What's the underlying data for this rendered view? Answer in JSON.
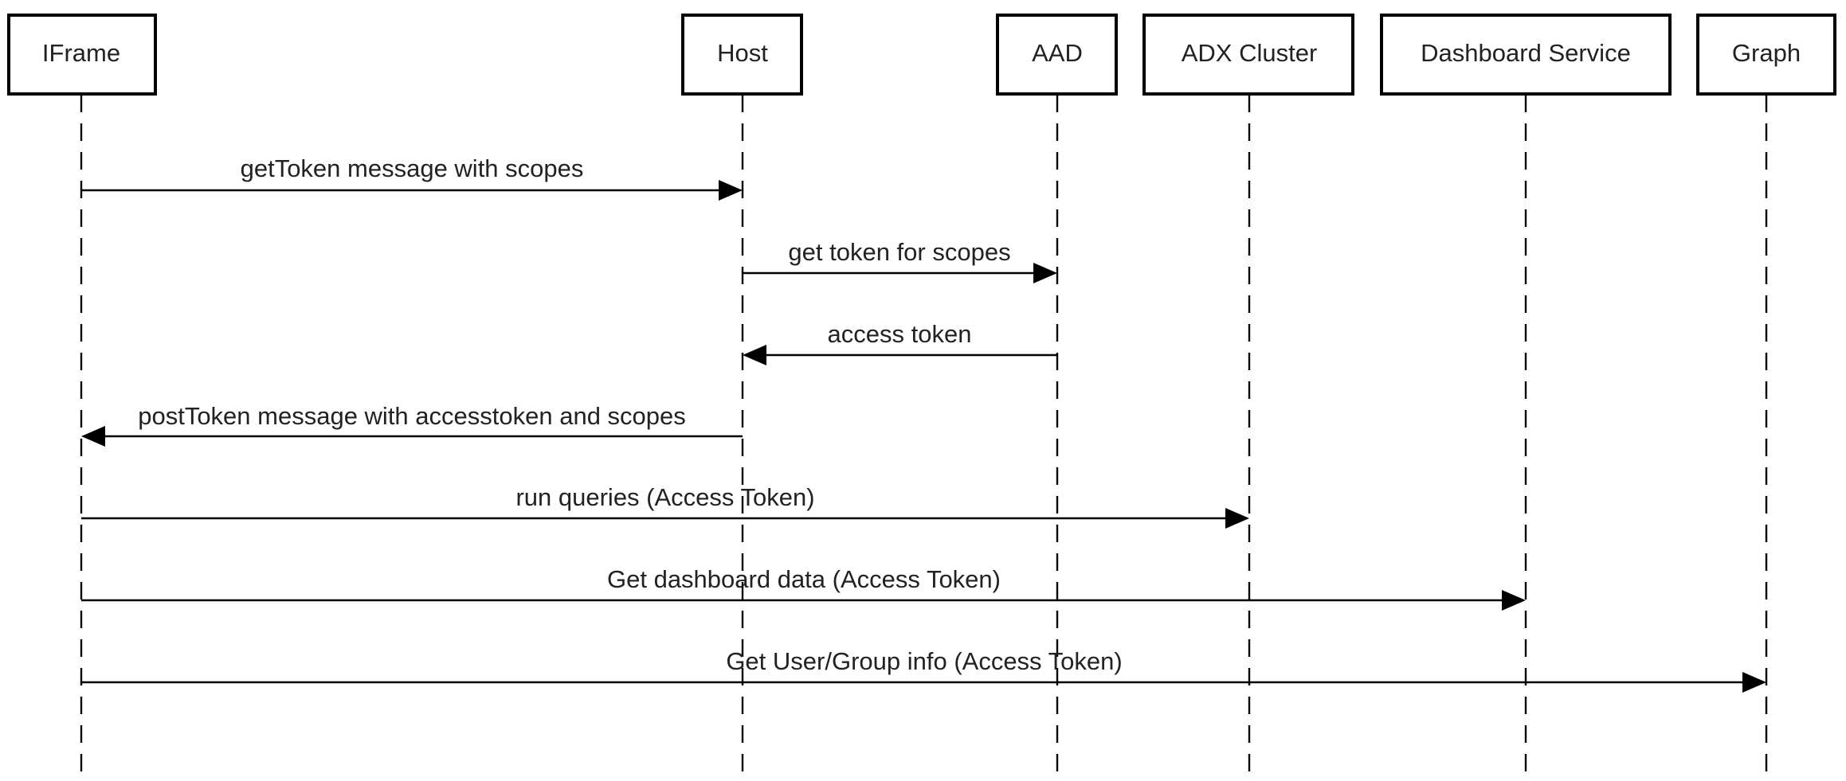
{
  "diagram": {
    "type": "sequence",
    "participants": [
      {
        "id": "iframe",
        "label": "IFrame"
      },
      {
        "id": "host",
        "label": "Host"
      },
      {
        "id": "aad",
        "label": "AAD"
      },
      {
        "id": "adx",
        "label": "ADX Cluster"
      },
      {
        "id": "dashboard",
        "label": "Dashboard Service"
      },
      {
        "id": "graph",
        "label": "Graph"
      }
    ],
    "messages": [
      {
        "from": "iframe",
        "to": "host",
        "label": "getToken message with scopes"
      },
      {
        "from": "host",
        "to": "aad",
        "label": "get token for scopes"
      },
      {
        "from": "aad",
        "to": "host",
        "label": "access token"
      },
      {
        "from": "host",
        "to": "iframe",
        "label": "postToken message with accesstoken and scopes"
      },
      {
        "from": "iframe",
        "to": "adx",
        "label": "run queries (Access Token)"
      },
      {
        "from": "iframe",
        "to": "dashboard",
        "label": "Get dashboard data (Access Token)"
      },
      {
        "from": "iframe",
        "to": "graph",
        "label": "Get User/Group info (Access Token)"
      }
    ]
  }
}
